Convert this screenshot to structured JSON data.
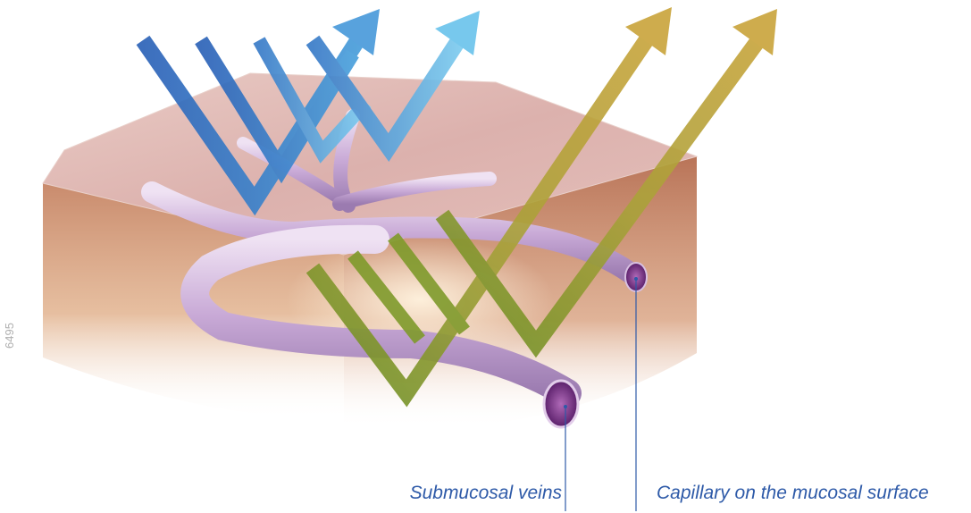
{
  "figure": {
    "id_text": "6495"
  },
  "labels": {
    "submucosal_veins": "Submucosal veins",
    "capillary_surface": "Capillary on the mucosal surface"
  },
  "colors": {
    "label_text": "#2e5aa8",
    "leader_line": "#2e5aa8",
    "blue_light_dark": "#1f4fa8",
    "blue_light_bright": "#6cc4ec",
    "green_light_dark": "#5b8a1f",
    "green_light_bright": "#c9a73a",
    "tissue_top": "#e6c3bd",
    "tissue_side": "#c8876a",
    "vessel": "#cdb2d8",
    "vessel_lumen": "#7a2f86"
  },
  "icons": {
    "blue_arrows": "reflected-blue-light-arrows",
    "green_arrows": "reflected-green-light-arrows"
  }
}
